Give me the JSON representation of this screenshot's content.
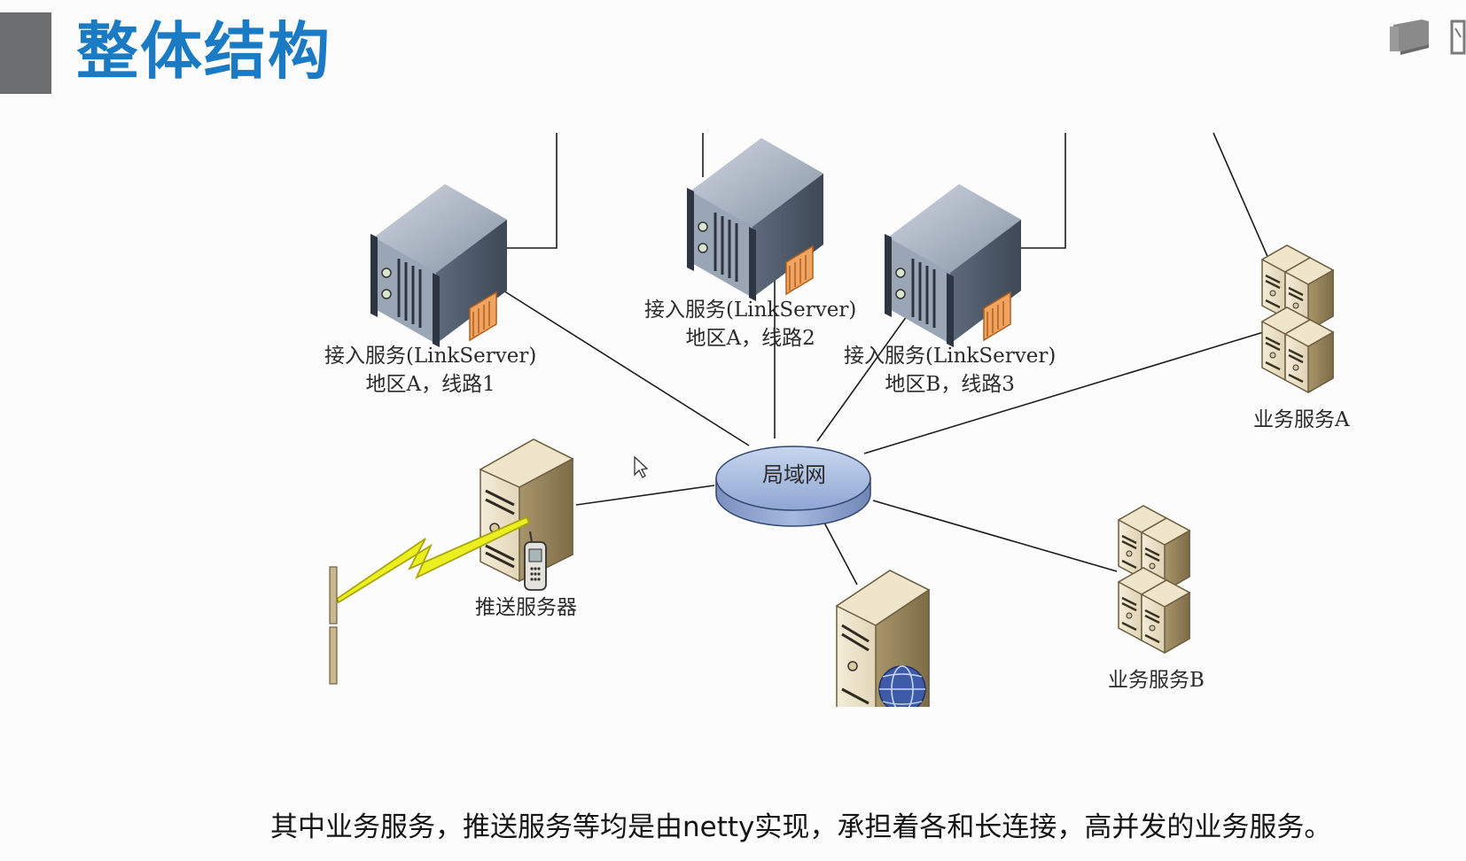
{
  "page": {
    "title": "整体结构"
  },
  "diagram": {
    "hub_label": "局域网",
    "link_servers": [
      {
        "name": "接入服务(LinkServer)",
        "detail": "地区A，线路1"
      },
      {
        "name": "接入服务(LinkServer)",
        "detail": "地区A，线路2"
      },
      {
        "name": "接入服务(LinkServer)",
        "detail": "地区B，线路3"
      }
    ],
    "push_server": "推送服务器",
    "business_a": "业务服务A",
    "business_b": "业务服务B"
  },
  "footer": {
    "text": "其中业务服务，推送服务等均是由netty实现，承担着各和长连接，高并发的业务服务。"
  },
  "colors": {
    "title": "#1a7bc4",
    "title_block": "#6d6e70",
    "hub": "#9fb6de",
    "lightning": "#e8ec1a"
  },
  "icons": [
    "rack-server-icon",
    "tower-server-icon",
    "server-cluster-icon",
    "mobile-phone-icon",
    "globe-icon",
    "lightning-icon",
    "monitor-icon",
    "cursor-icon"
  ]
}
